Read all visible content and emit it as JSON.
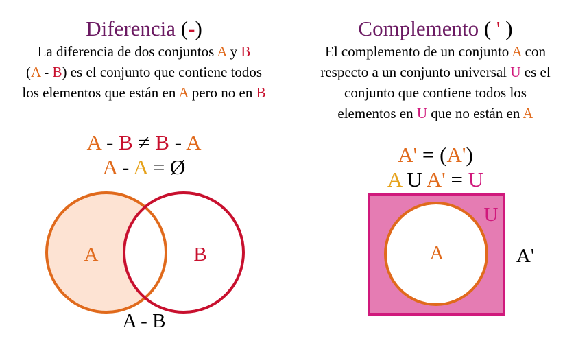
{
  "difference": {
    "title": "Diferencia",
    "title_op_open": "(",
    "title_op_sym": "-",
    "title_op_close": ")",
    "desc": {
      "l1_a": "La diferencia de dos conjuntos ",
      "l1_A": "A",
      "l1_b": " y ",
      "l1_B": "B",
      "l2_open": "(",
      "l2_A": "A",
      "l2_minus": " - ",
      "l2_B": "B",
      "l2_rest": ") es el conjunto que contiene todos",
      "l3_a": "los elementos que están en ",
      "l3_A": "A",
      "l3_b": " pero no en ",
      "l3_B": "B"
    },
    "formula1": {
      "a": "A",
      "m1": " - ",
      "b": "B",
      "neq": "  ≠ ",
      "b2": "B",
      "m2": " - ",
      "a2": "A"
    },
    "formula2": {
      "a": "A",
      "m": " - ",
      "a2": "A",
      "eq": " =  ",
      "empty": "Ø"
    },
    "venn": {
      "label_a": "A",
      "label_b": "B",
      "caption": "A - B"
    }
  },
  "complement": {
    "title": "Complemento",
    "title_op_open": "( ",
    "title_op_sym": "'",
    "title_op_close": " )",
    "desc": {
      "l1_a": "El complemento de un conjunto ",
      "l1_A": "A",
      "l1_b": " con",
      "l2_a": "respecto a un conjunto universal ",
      "l2_U": "U",
      "l2_b": " es el",
      "l3": "conjunto que contiene todos los",
      "l4_a": "elementos en ",
      "l4_U": "U",
      "l4_b": " que no están en ",
      "l4_A": "A"
    },
    "formula1": {
      "a": "A'",
      "eq": " = (",
      "a2": "A'",
      "close": ")"
    },
    "formula2": {
      "a": "A",
      "u": " U ",
      "a2": "A'",
      "eq": " = ",
      "uni": "U"
    },
    "diagram": {
      "label_u": "U",
      "label_a": "A",
      "label_comp": "A'"
    }
  },
  "colors": {
    "set_a": "#e06a1c",
    "set_a_fill": "#fde3d3",
    "set_b": "#c8102e",
    "universe": "#d0197c",
    "universe_fill": "#e57cb3",
    "title": "#6b1a62"
  }
}
